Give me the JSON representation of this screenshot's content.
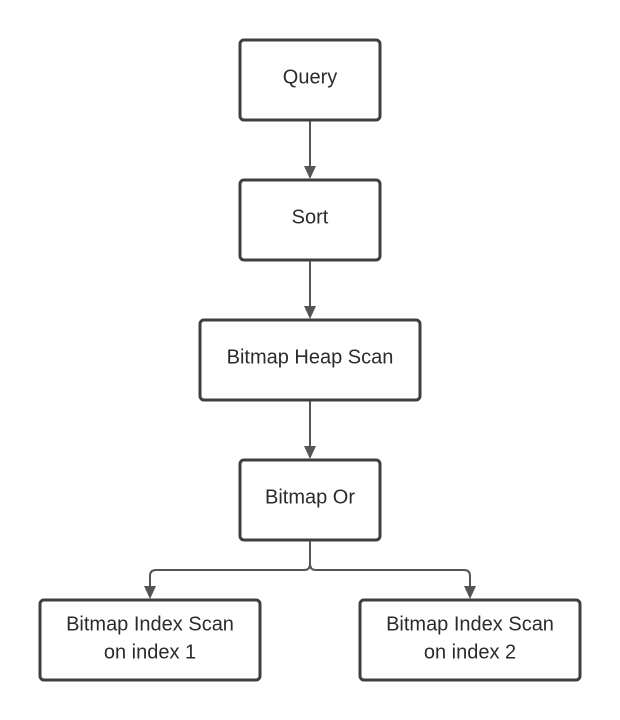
{
  "nodes": {
    "query": {
      "label": "Query"
    },
    "sort": {
      "label": "Sort"
    },
    "heap_scan": {
      "label": "Bitmap Heap Scan"
    },
    "bitmap_or": {
      "label": "Bitmap Or"
    },
    "index_scan_1": {
      "lines": [
        "Bitmap Index Scan",
        "on index 1"
      ]
    },
    "index_scan_2": {
      "lines": [
        "Bitmap Index Scan",
        "on index 2"
      ]
    }
  },
  "edges": [
    {
      "from": "query",
      "to": "sort"
    },
    {
      "from": "sort",
      "to": "heap_scan"
    },
    {
      "from": "heap_scan",
      "to": "bitmap_or"
    },
    {
      "from": "bitmap_or",
      "to": "index_scan_1"
    },
    {
      "from": "bitmap_or",
      "to": "index_scan_2"
    }
  ],
  "colors": {
    "node_border": "#3f3f3f",
    "edge": "#555555",
    "text": "#2b2b2b",
    "background": "#ffffff"
  }
}
